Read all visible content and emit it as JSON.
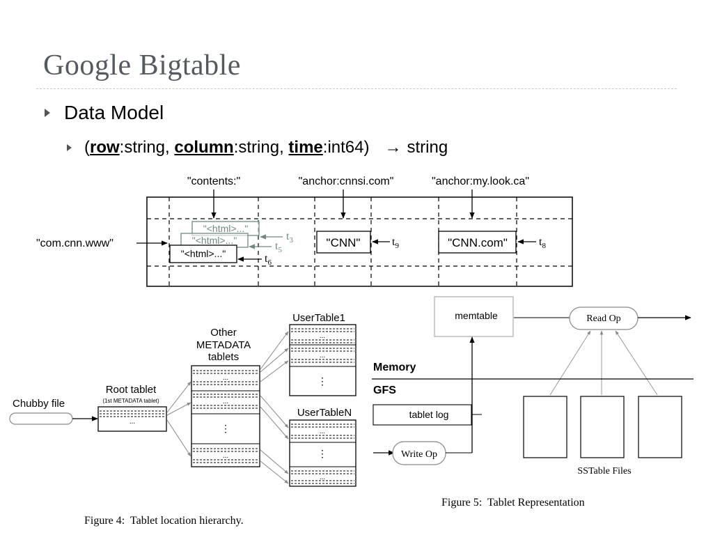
{
  "slide": {
    "title": "Google Bigtable",
    "bullet1": "Data Model",
    "tuple": {
      "open": "(",
      "row": "row",
      "row_type": ":string, ",
      "column": "column",
      "column_type": ":string, ",
      "time": "time",
      "time_type": ":int64)",
      "arrow": "→",
      "result": "string"
    }
  },
  "fig1": {
    "columns": [
      "\"contents:\"",
      "\"anchor:cnnsi.com\"",
      "\"anchor:my.look.ca\""
    ],
    "row_key": "\"com.cnn.www\"",
    "cells": {
      "html_label": "\"<html>...\"",
      "cnn": "\"CNN\"",
      "cnn_com": "\"CNN.com\""
    },
    "timestamps": {
      "t3": "t",
      "t3s": "3",
      "t5": "t",
      "t5s": "5",
      "t6": "t",
      "t6s": "6",
      "t9": "t",
      "t9s": "9",
      "t8": "t",
      "t8s": "8"
    }
  },
  "fig4": {
    "chubby": "Chubby file",
    "root": "Root tablet",
    "root_sub": "(1st METADATA tablet)",
    "other": [
      "Other",
      "METADATA",
      "tablets"
    ],
    "user1": "UserTable1",
    "usern": "UserTableN",
    "ellipsis": "...",
    "vdots": "⋮",
    "caption": "Figure 4:  Tablet location hierarchy."
  },
  "fig5": {
    "memtable": "memtable",
    "read_op": "Read Op",
    "memory": "Memory",
    "gfs": "GFS",
    "tablet_log": "tablet log",
    "write_op": "Write Op",
    "sstable": "SSTable Files",
    "caption": "Figure 5:  Tablet Representation"
  }
}
